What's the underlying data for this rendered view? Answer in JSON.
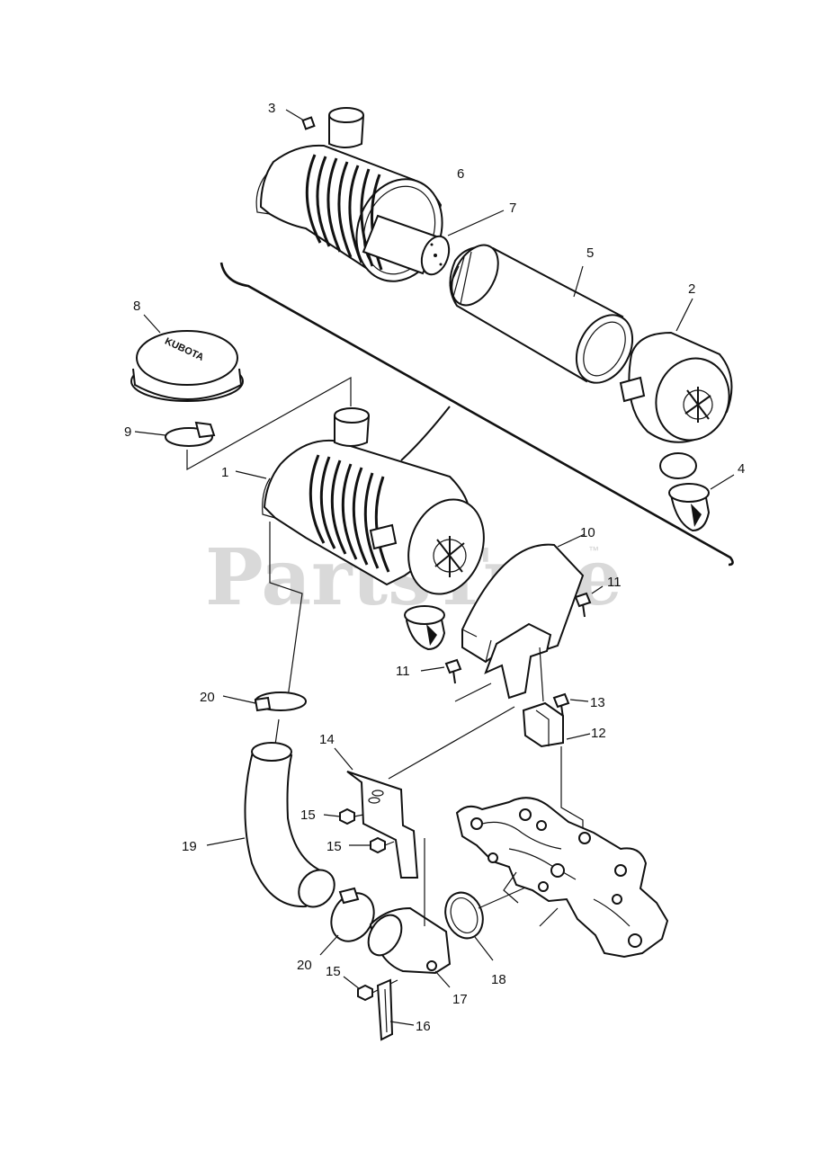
{
  "watermark": {
    "text": "PartsTree",
    "trademark": "™"
  },
  "callouts": {
    "c1": "1",
    "c2": "2",
    "c3": "3",
    "c4": "4",
    "c5": "5",
    "c6": "6",
    "c7": "7",
    "c8": "8",
    "c9": "9",
    "c10": "10",
    "c11a": "11",
    "c11b": "11",
    "c12": "12",
    "c13": "13",
    "c14": "14",
    "c15a": "15",
    "c15b": "15",
    "c15c": "15",
    "c16": "16",
    "c17": "17",
    "c18": "18",
    "c19": "19",
    "c20a": "20",
    "c20b": "20"
  },
  "cap_logo_text": "KUBOTA",
  "colors": {
    "ink": "#111111",
    "watermark": "#d9d9d9",
    "background": "#ffffff"
  }
}
